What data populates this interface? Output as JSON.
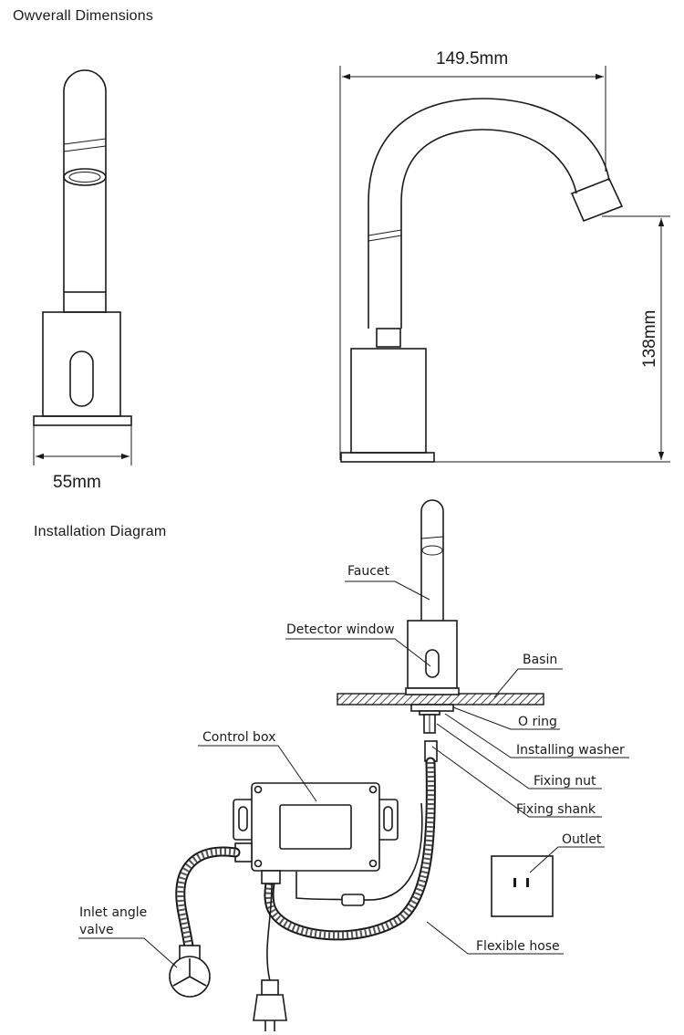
{
  "overall": {
    "title": "Owverall Dimensions",
    "width_label": "149.5mm",
    "height_label": "138mm",
    "base_label": "55mm"
  },
  "installation": {
    "title": "Installation Diagram",
    "labels": {
      "faucet": "Faucet",
      "detector_window": "Detector window",
      "basin": "Basin",
      "o_ring": "O ring",
      "installing_washer": "Installing washer",
      "fixing_nut": "Fixing nut",
      "fixing_shank": "Fixing shank",
      "control_box": "Control box",
      "outlet": "Outlet",
      "inlet_angle_valve_line1": "Inlet angle",
      "inlet_angle_valve_line2": "valve",
      "flexible_hose": "Flexible hose"
    }
  }
}
